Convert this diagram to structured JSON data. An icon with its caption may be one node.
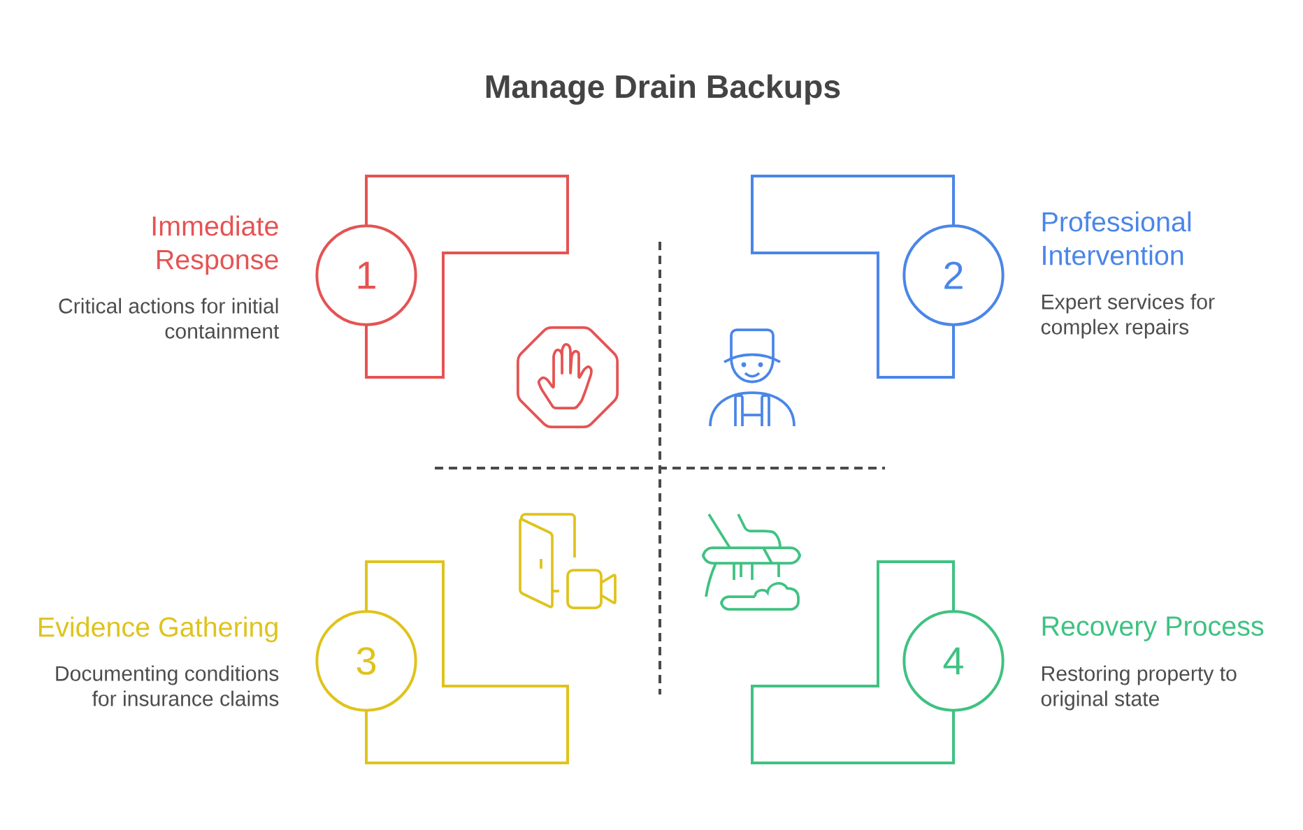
{
  "diagram": {
    "title": "Manage Drain Backups",
    "nodes": [
      {
        "text": [
          "1"
        ],
        "beside": [
          "Immediate Response",
          "Critical actions for initial containment"
        ]
      },
      {
        "text": [],
        "shape": "box"
      },
      {
        "text": [],
        "shape": "box"
      },
      {
        "text": [
          "2"
        ],
        "beside": [
          "Professional Intervention",
          "Expert services for complex repairs"
        ]
      },
      {
        "text": [
          "3"
        ],
        "beside": [
          "Evidence Gathering",
          "Documenting conditions for insurance claims"
        ]
      },
      {
        "text": [],
        "shape": "box"
      },
      {
        "text": [],
        "shape": "box"
      },
      {
        "text": [
          "4"
        ],
        "beside": [
          "Recovery Process",
          "Restoring property to original state"
        ]
      }
    ]
  }
}
